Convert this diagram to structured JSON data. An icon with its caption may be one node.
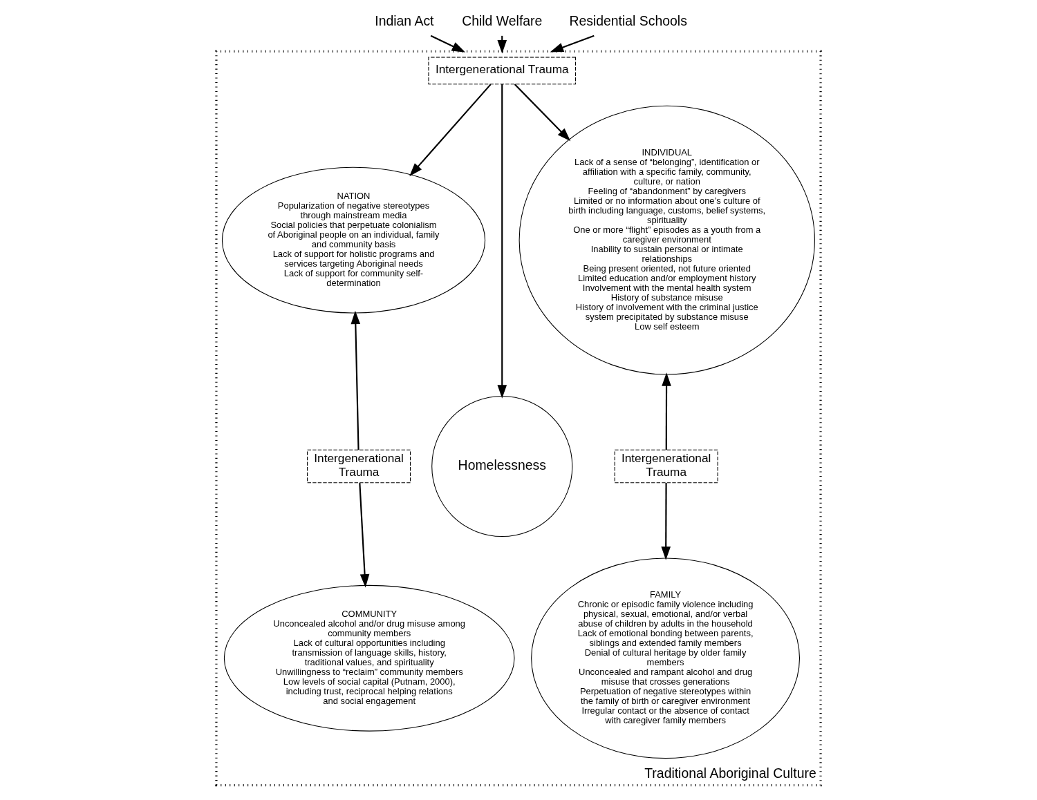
{
  "diagram": {
    "nodes": [
      {
        "text": [
          "Traditional Aboriginal Culture"
        ]
      },
      {
        "text": [
          "Indian Act"
        ]
      },
      {
        "text": [
          "Child Welfare"
        ]
      },
      {
        "text": [
          "Residential Schools"
        ]
      },
      {
        "text": [
          "Intergenerational Trauma"
        ],
        "in": 0
      },
      {
        "text": [
          "Intergenerational Trauma"
        ],
        "in": 0
      },
      {
        "text": [
          "Intergenerational Trauma"
        ],
        "in": 0
      },
      {
        "text": [
          "NATION",
          "Popularization of negative stereotypes through mainstream media",
          "Social policies that perpetuate colonialism of Aboriginal people on an individual, family and community basis",
          "Lack of support for holistic programs and services targeting Aboriginal needs",
          "Lack of support for community self-determination"
        ],
        "in": 0
      },
      {
        "text": [
          "INDIVIDUAL",
          "Lack of a sense of “belonging”, identification or affiliation with a specific family, community, culture, or nation",
          "Feeling of “abandonment” by caregivers",
          "Limited or no information about one’s culture of birth including language, customs, belief systems, spirituality",
          "One or more “flight” episodes as a youth from a caregiver environment",
          "Inability to sustain personal or intimate relationships",
          "Being present oriented, not future oriented",
          "Limited education and/or employment history",
          "Involvement with the mental health system",
          "History of substance misuse",
          "History of involvement with the criminal justice system precipitated by substance misuse",
          "Low self esteem"
        ],
        "in": 0
      },
      {
        "text": [
          "COMMUNITY",
          "Unconcealed alcohol and/or drug misuse among community members",
          "Lack of cultural opportunities including transmission of language skills, history, traditional values, and spirituality",
          "Unwillingness to “reclaim” community members",
          "Low levels of social capital (Putnam, 2000), including trust, reciprocal helping relations and social engagement"
        ],
        "in": 0
      },
      {
        "text": [
          "FAMILY",
          "Chronic or episodic family violence including physical, sexual, emotional, and/or verbal abuse of children by adults in the household",
          "Lack of emotional bonding between parents, siblings and extended family members",
          "Denial of cultural heritage by older family members",
          "Unconcealed and rampant alcohol and drug misuse that crosses generations",
          "Perpetuation of negative stereotypes within the family of birth or caregiver environment",
          "Irregular contact or the absence of contact with caregiver family members"
        ],
        "in": 0
      },
      {
        "text": [
          "Homelessness"
        ],
        "in": 0
      }
    ],
    "edges": [
      {
        "from": 1,
        "to": 0,
        "arrow": "to"
      },
      {
        "from": 2,
        "to": 0,
        "arrow": "to"
      },
      {
        "from": 3,
        "to": 0,
        "arrow": "to"
      },
      {
        "from": 4,
        "to": 7,
        "arrow": "to"
      },
      {
        "from": 4,
        "to": 11,
        "arrow": "to"
      },
      {
        "from": 4,
        "to": 8,
        "arrow": "to"
      },
      {
        "from": 5,
        "to": 7,
        "arrow": "to"
      },
      {
        "from": 5,
        "to": 9,
        "arrow": "to"
      },
      {
        "from": 6,
        "to": 8,
        "arrow": "to"
      },
      {
        "from": 6,
        "to": 10,
        "arrow": "to"
      }
    ]
  }
}
